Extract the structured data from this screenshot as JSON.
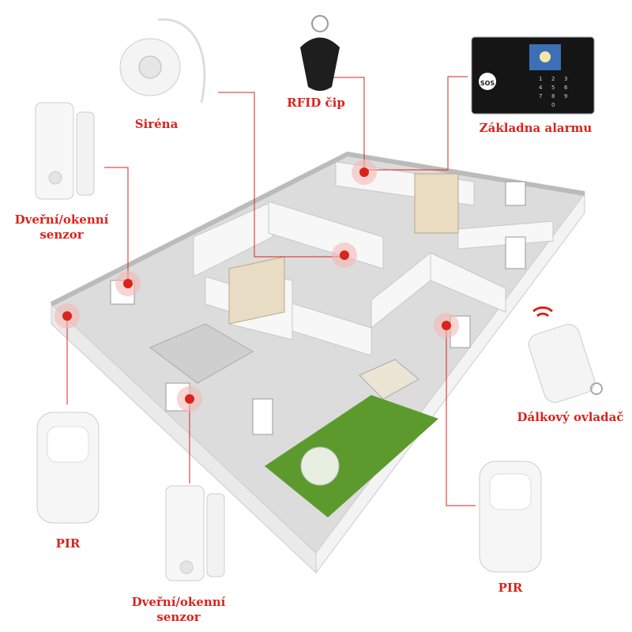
{
  "title": "Alarm system components",
  "labels": {
    "siren": "Siréna",
    "rfid": "RFID čip",
    "base": "Základna alarmu",
    "door_sensor_top_l1": "Dveřní/okenní",
    "door_sensor_top_l2": "senzor",
    "remote": "Dálkový ovladač",
    "pir_left": "PIR",
    "door_sensor_bottom_l1": "Dveřní/okenní",
    "door_sensor_bottom_l2": "senzor",
    "pir_right": "PIR"
  },
  "keypad": {
    "sos": "SOS",
    "keys": [
      "1",
      "2",
      "3",
      "4",
      "5",
      "6",
      "7",
      "8",
      "9",
      "0"
    ]
  },
  "colors": {
    "accent": "#d9241c",
    "lawn": "#5c9a2e",
    "floor": "#d9d9d9",
    "wall": "#f4f4f4"
  }
}
